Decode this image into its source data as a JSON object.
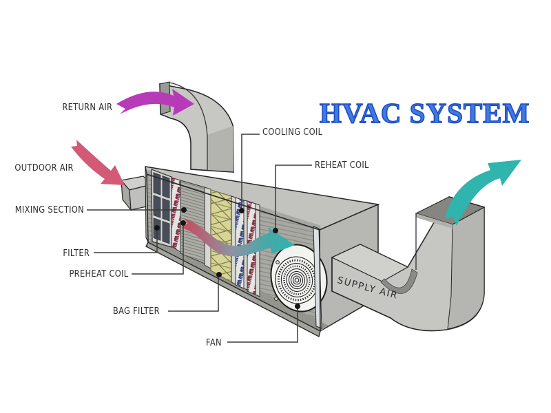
{
  "title": {
    "text": "HVAC SYSTEM",
    "fill": "#3f79e1",
    "outline": "#1c4dc4"
  },
  "labels": {
    "return_air": "RETURN AIR",
    "outdoor_air": "OUTDOOR AIR",
    "mixing_section": "MIXING SECTION",
    "filter": "FILTER",
    "preheat_coil": "PREHEAT COIL",
    "bag_filter": "BAG FILTER",
    "fan": "FAN",
    "cooling_coil": "COOLING COIL",
    "reheat_coil": "REHEAT COIL",
    "supply_air": "SUPPLY AIR"
  },
  "arrows": {
    "return_air": {
      "color": "#b73ab8",
      "direction": "into top return duct"
    },
    "outdoor_air": {
      "color": "#d25a74",
      "direction": "into left intake"
    },
    "supply_air": {
      "color": "#2fb4ae",
      "direction": "out of supply duct"
    },
    "internal_flow": {
      "gradient": [
        "#c84a5e",
        "#8d93a4",
        "#2fb3ae"
      ],
      "direction": "through unit into fan"
    }
  },
  "colors": {
    "duct_grey": "#c6c6c2",
    "duct_top": "#d0d0cc",
    "duct_shade": "#8a8a86",
    "cabinet_interior": "#a9a9a4",
    "filter_panel_dark": "#484d5a",
    "bag_filter_yellow": "#d8d494",
    "cooling_coil_blue": "#32427e",
    "reheat_coil_maroon": "#7c2840",
    "fan_housing": "#f3f3f0",
    "label_text": "#2d2d2d",
    "leader_line": "#3a3a3a"
  }
}
